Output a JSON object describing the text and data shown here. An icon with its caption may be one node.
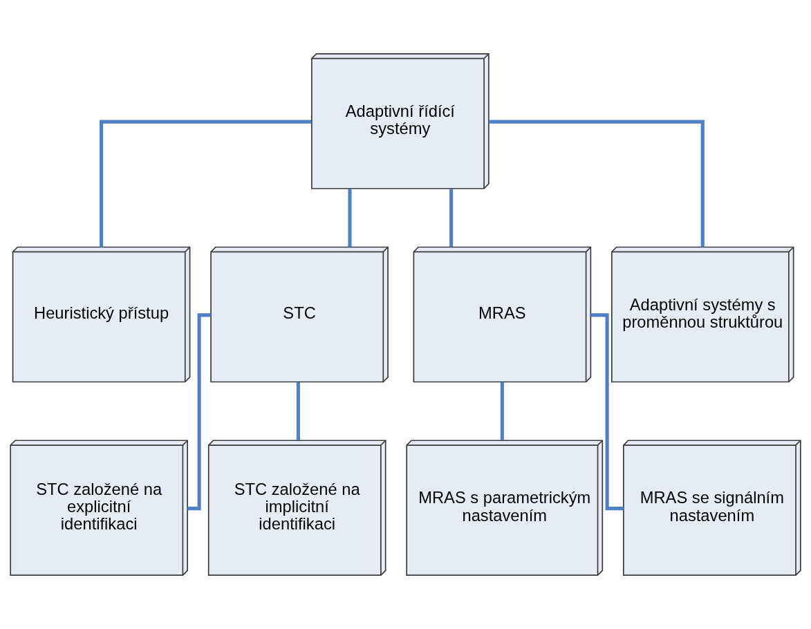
{
  "diagram": {
    "nodes": [
      {
        "text": [
          "Adaptivní řídící systémy"
        ]
      },
      {
        "text": [
          "Heuristický přístup"
        ]
      },
      {
        "text": [
          "STC"
        ]
      },
      {
        "text": [
          "MRAS"
        ]
      },
      {
        "text": [
          "Adaptivní systémy s proměnnou struktůrou"
        ]
      },
      {
        "text": [
          "STC založené na explicitní identifikaci"
        ]
      },
      {
        "text": [
          "STC založené na implicitní identifikaci"
        ]
      },
      {
        "text": [
          "MRAS s parametrickým nastavením"
        ]
      },
      {
        "text": [
          "MRAS se signálním nastavením"
        ]
      }
    ],
    "edges": [
      {
        "from": 0,
        "to": 1,
        "arrow": "none"
      },
      {
        "from": 0,
        "to": 2,
        "arrow": "none"
      },
      {
        "from": 0,
        "to": 3,
        "arrow": "none"
      },
      {
        "from": 0,
        "to": 4,
        "arrow": "none"
      },
      {
        "from": 2,
        "to": 5,
        "arrow": "none"
      },
      {
        "from": 2,
        "to": 6,
        "arrow": "none"
      },
      {
        "from": 3,
        "to": 7,
        "arrow": "none"
      },
      {
        "from": 3,
        "to": 8,
        "arrow": "none"
      }
    ]
  }
}
